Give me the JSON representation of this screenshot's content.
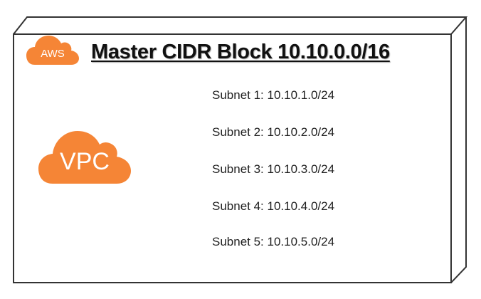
{
  "diagram": {
    "title": "Master CIDR Block 10.10.0.0/16",
    "provider_icon": {
      "label": "AWS",
      "icon": "aws-cloud-icon",
      "color": "#F58536"
    },
    "vpc_icon": {
      "label": "VPC",
      "icon": "vpc-cloud-icon",
      "color": "#F58536"
    },
    "subnets": [
      {
        "label": "Subnet 1: 10.10.1.0/24"
      },
      {
        "label": "Subnet 2: 10.10.2.0/24"
      },
      {
        "label": "Subnet 3: 10.10.3.0/24"
      },
      {
        "label": "Subnet 4: 10.10.4.0/24"
      },
      {
        "label": "Subnet 5: 10.10.5.0/24"
      }
    ]
  }
}
